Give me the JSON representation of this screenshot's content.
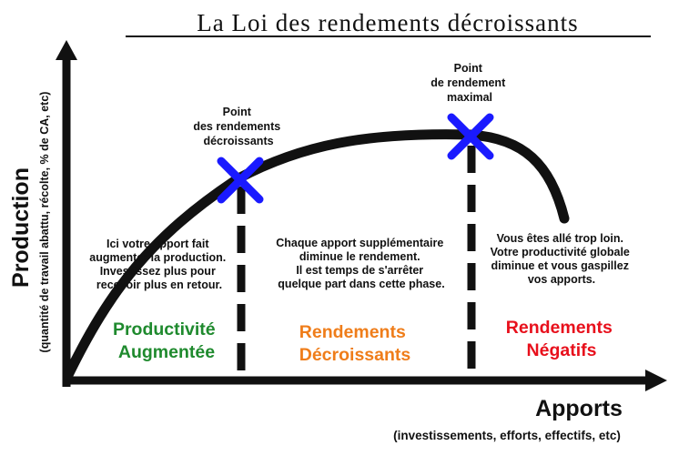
{
  "title": "La Loi des rendements décroissants",
  "y_axis": {
    "label": "Production",
    "sublabel": "(quantité de travail abattu, récolte, % de CA, etc)"
  },
  "x_axis": {
    "label": "Apports",
    "sublabel": "(investissements, efforts, effectifs, etc)"
  },
  "points": [
    {
      "lines": [
        "Point",
        "des rendements",
        "décroissants"
      ]
    },
    {
      "lines": [
        "Point",
        "de rendement",
        "maximal"
      ]
    }
  ],
  "zones": [
    {
      "description": [
        "Ici votre apport fait",
        "augmenter la production.",
        "Investissez plus pour",
        "recevoir plus en retour."
      ],
      "name": [
        "Productivité",
        "Augmentée"
      ],
      "color": "#1f8a2e"
    },
    {
      "description": [
        "Chaque apport supplémentaire",
        "diminue le rendement.",
        "Il est temps de s'arrêter",
        "quelque part dans cette phase."
      ],
      "name": [
        "Rendements",
        "Décroissants"
      ],
      "color": "#ef7d1a"
    },
    {
      "description": [
        "Vous êtes allé trop loin.",
        "Votre productivité globale",
        "diminue et vous gaspillez",
        "vos apports."
      ],
      "name": [
        "Rendements",
        "Négatifs"
      ],
      "color": "#e8101c"
    }
  ],
  "colors": {
    "marker": "#1a1aff",
    "curve": "#111111"
  }
}
